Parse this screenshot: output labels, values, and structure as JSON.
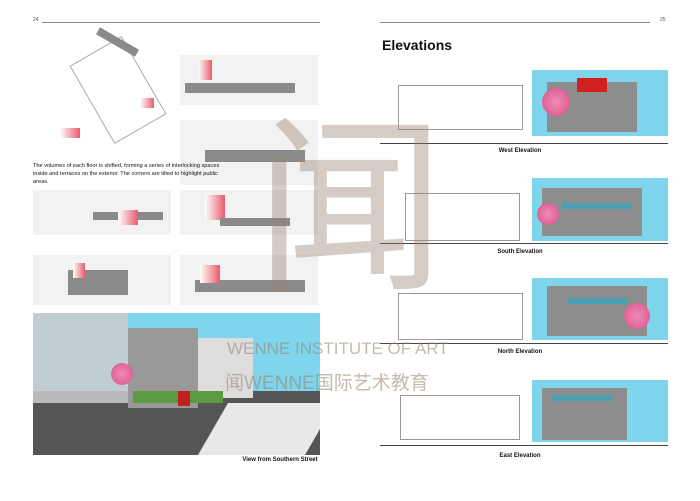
{
  "left_page": {
    "page_number": "24",
    "description": "The volumes of each floor is shifted, forming a series of interlocking spaces inside and terraces on the exterior. The corners are tilted to highlight public areas.",
    "render_caption": "View from Southern Street"
  },
  "right_page": {
    "page_number": "25",
    "title": "Elevations",
    "elevations": [
      {
        "label": "West Elevation"
      },
      {
        "label": "South Elevation"
      },
      {
        "label": "North Elevation"
      },
      {
        "label": "East Elevation"
      }
    ]
  },
  "watermark": {
    "line1": "WENNE INSTITUTE OF ART",
    "line2": "闻WENNE国际艺术教育",
    "logo": "闻"
  }
}
